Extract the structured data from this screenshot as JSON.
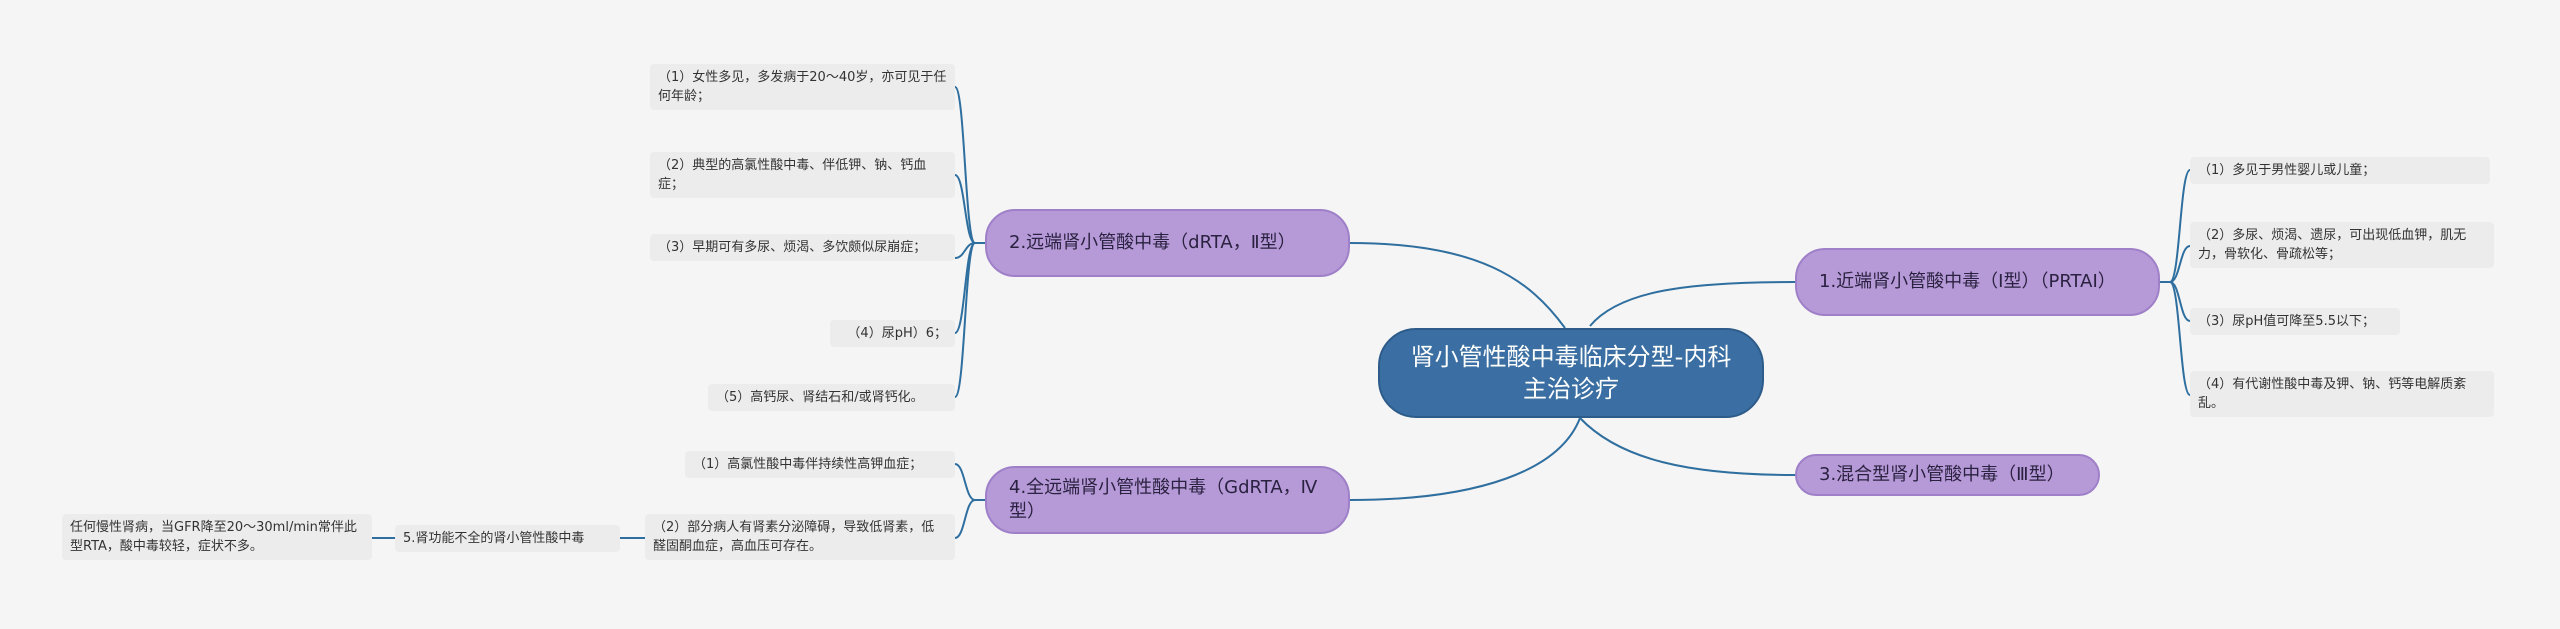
{
  "colors": {
    "background": "#f5f5f5",
    "root_fill": "#3b6fa3",
    "branch_fill": "#b69ad8",
    "leaf_fill": "#ececec",
    "link": "#2f6f9f"
  },
  "root": {
    "label": "肾小管性酸中毒临床分型-内科主治诊疗"
  },
  "branch1": {
    "label": "1.近端肾小管酸中毒（Ⅰ型）（PRTAⅠ）",
    "items": [
      "（1）多见于男性婴儿或儿童；",
      "（2）多尿、烦渴、遗尿，可出现低血钾，肌无力，骨软化、骨疏松等；",
      "（3）尿pH值可降至5.5以下；",
      "（4）有代谢性酸中毒及钾、钠、钙等电解质紊乱。"
    ]
  },
  "branch2": {
    "label": "2.远端肾小管酸中毒（dRTA，Ⅱ型）",
    "items": [
      "（1）女性多见，多发病于20～40岁，亦可见于任何年龄；",
      "（2）典型的高氯性酸中毒、伴低钾、钠、钙血症；",
      "（3）早期可有多尿、烦渴、多饮颇似尿崩症；",
      "（4）尿pH）6；",
      "（5）高钙尿、肾结石和/或肾钙化。"
    ]
  },
  "branch3": {
    "label": "3.混合型肾小管酸中毒（Ⅲ型）"
  },
  "branch4": {
    "label": "4.全远端肾小管性酸中毒（GdRTA，Ⅳ型）",
    "items": [
      "（1）高氯性酸中毒伴持续性高钾血症；",
      "（2）部分病人有肾素分泌障碍，导致低肾素，低醛固酮血症，高血压可存在。"
    ]
  },
  "branch5": {
    "label": "5.肾功能不全的肾小管性酸中毒",
    "items": [
      "任何慢性肾病，当GFR降至20～30ml/min常伴此型RTA，酸中毒较轻，症状不多。"
    ]
  }
}
